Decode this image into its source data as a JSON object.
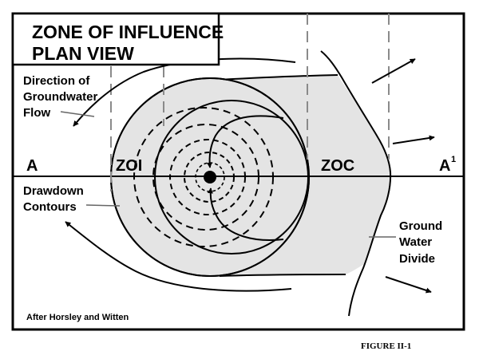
{
  "title": {
    "line1": "ZONE OF INFLUENCE",
    "line2": "PLAN VIEW"
  },
  "labels": {
    "direction_flow": [
      "Direction of",
      "Groundwater",
      "Flow"
    ],
    "drawdown": [
      "Drawdown",
      "Contours"
    ],
    "zoi": "ZOI",
    "zoc": "ZOC",
    "a_left": "A",
    "a_right": "A",
    "a_right_sup": "1",
    "divide": [
      "Ground",
      "Water",
      "Divide"
    ],
    "credit": "After Horsley and Witten"
  },
  "figure_caption": "FIGURE II-1",
  "colors": {
    "zone_fill": "#e4e4e4",
    "line": "#000000",
    "page": "#ffffff"
  }
}
